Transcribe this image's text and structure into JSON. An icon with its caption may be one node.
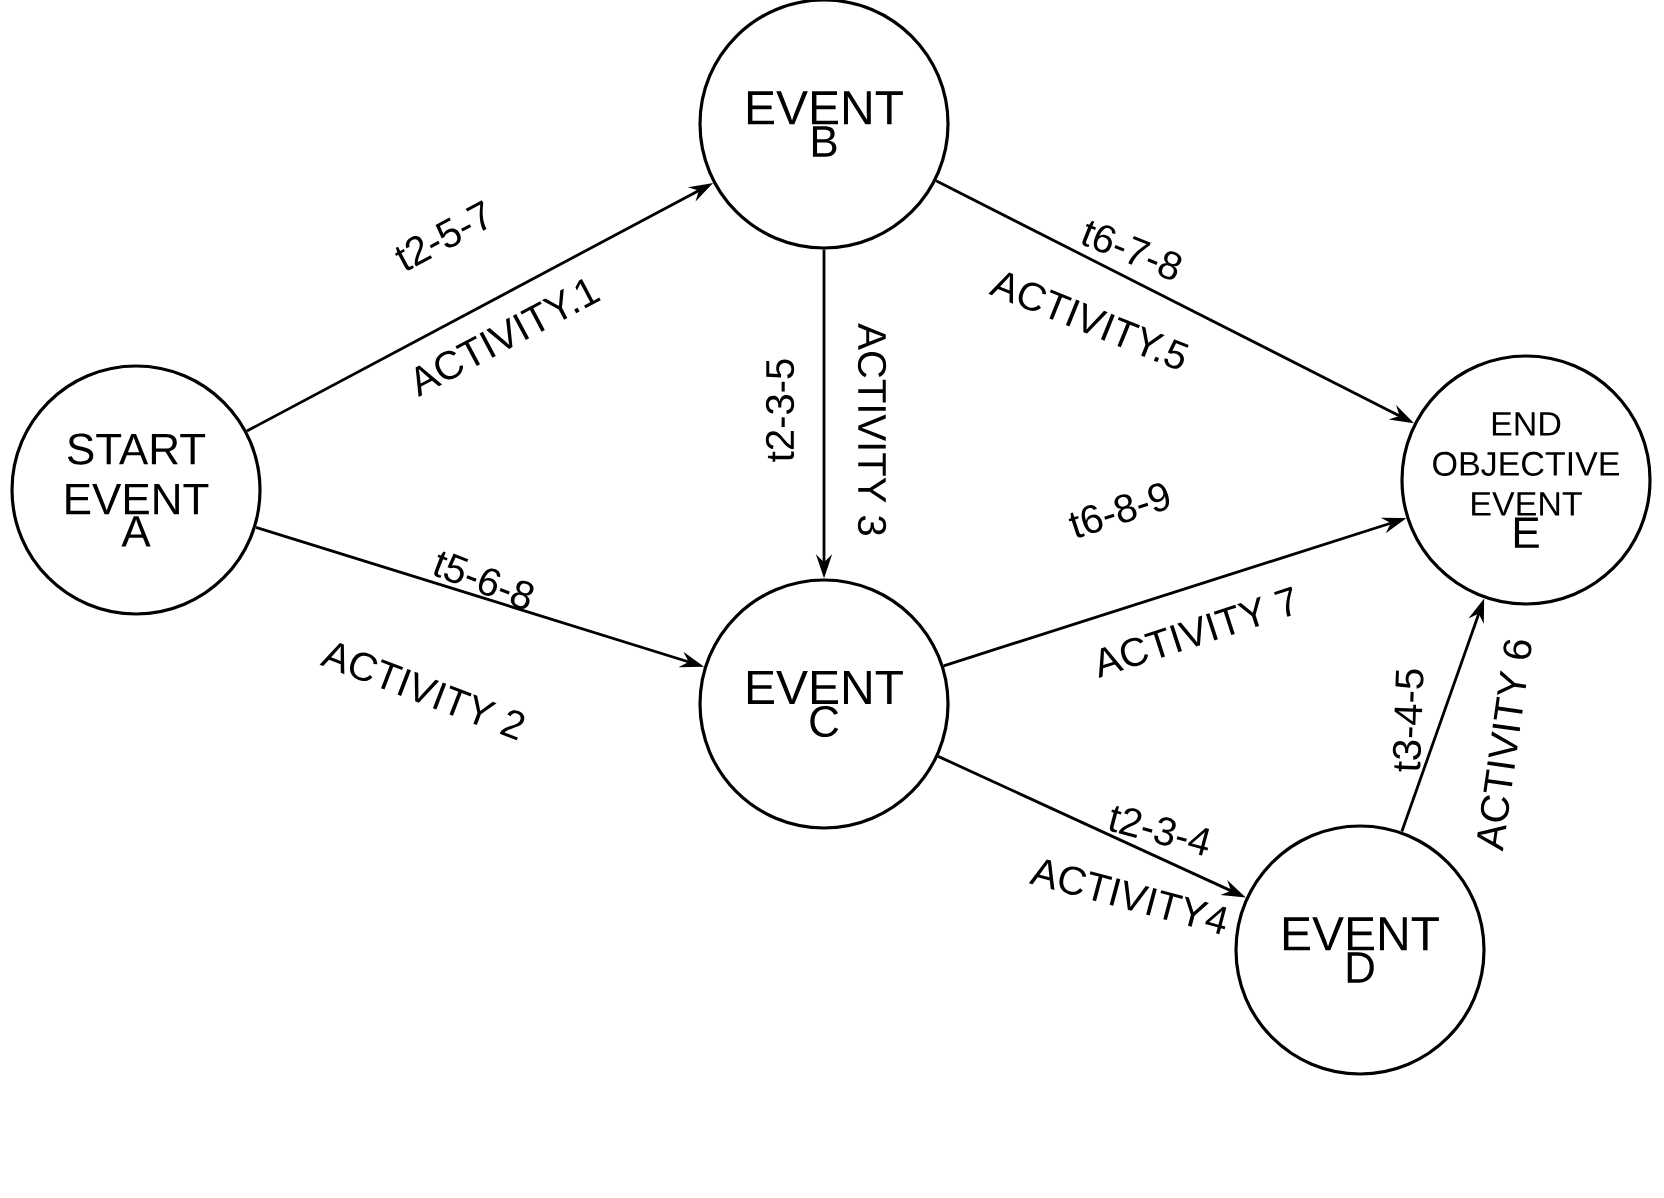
{
  "diagram": {
    "nodes": [
      {
        "text": [
          "START EVENT",
          "A"
        ]
      },
      {
        "text": [
          "EVENT",
          "B"
        ]
      },
      {
        "text": [
          "END OBJECTIVE EVENT",
          "E"
        ]
      },
      {
        "text": [
          "EVENT",
          "C"
        ]
      },
      {
        "text": [
          "EVENT",
          "D"
        ]
      }
    ],
    "edges": [
      {
        "from": 0,
        "to": 1,
        "arrow": "to",
        "label": "ACTIVITY.1"
      },
      {
        "from": 0,
        "to": 3,
        "arrow": "to",
        "label": "ACTIVITY 2"
      },
      {
        "from": 1,
        "to": 3,
        "arrow": "to",
        "label": "ACTIVITY 3"
      },
      {
        "from": 1,
        "to": 2,
        "arrow": "to",
        "label": "ACTIVITY.5"
      },
      {
        "from": 3,
        "to": 2,
        "arrow": "to",
        "label": "ACTIVITY 7"
      },
      {
        "from": 3,
        "to": 4,
        "arrow": "to",
        "label": "ACTIVITY4"
      },
      {
        "from": 4,
        "to": 2,
        "arrow": "to",
        "label": "ACTIVITY 6"
      }
    ],
    "labels": [
      "t2-5-7",
      "t5-6-8",
      "t2-3-5",
      "t6-7-8",
      "t6-8-9",
      "t2-3-4",
      "t3-4-5"
    ]
  }
}
